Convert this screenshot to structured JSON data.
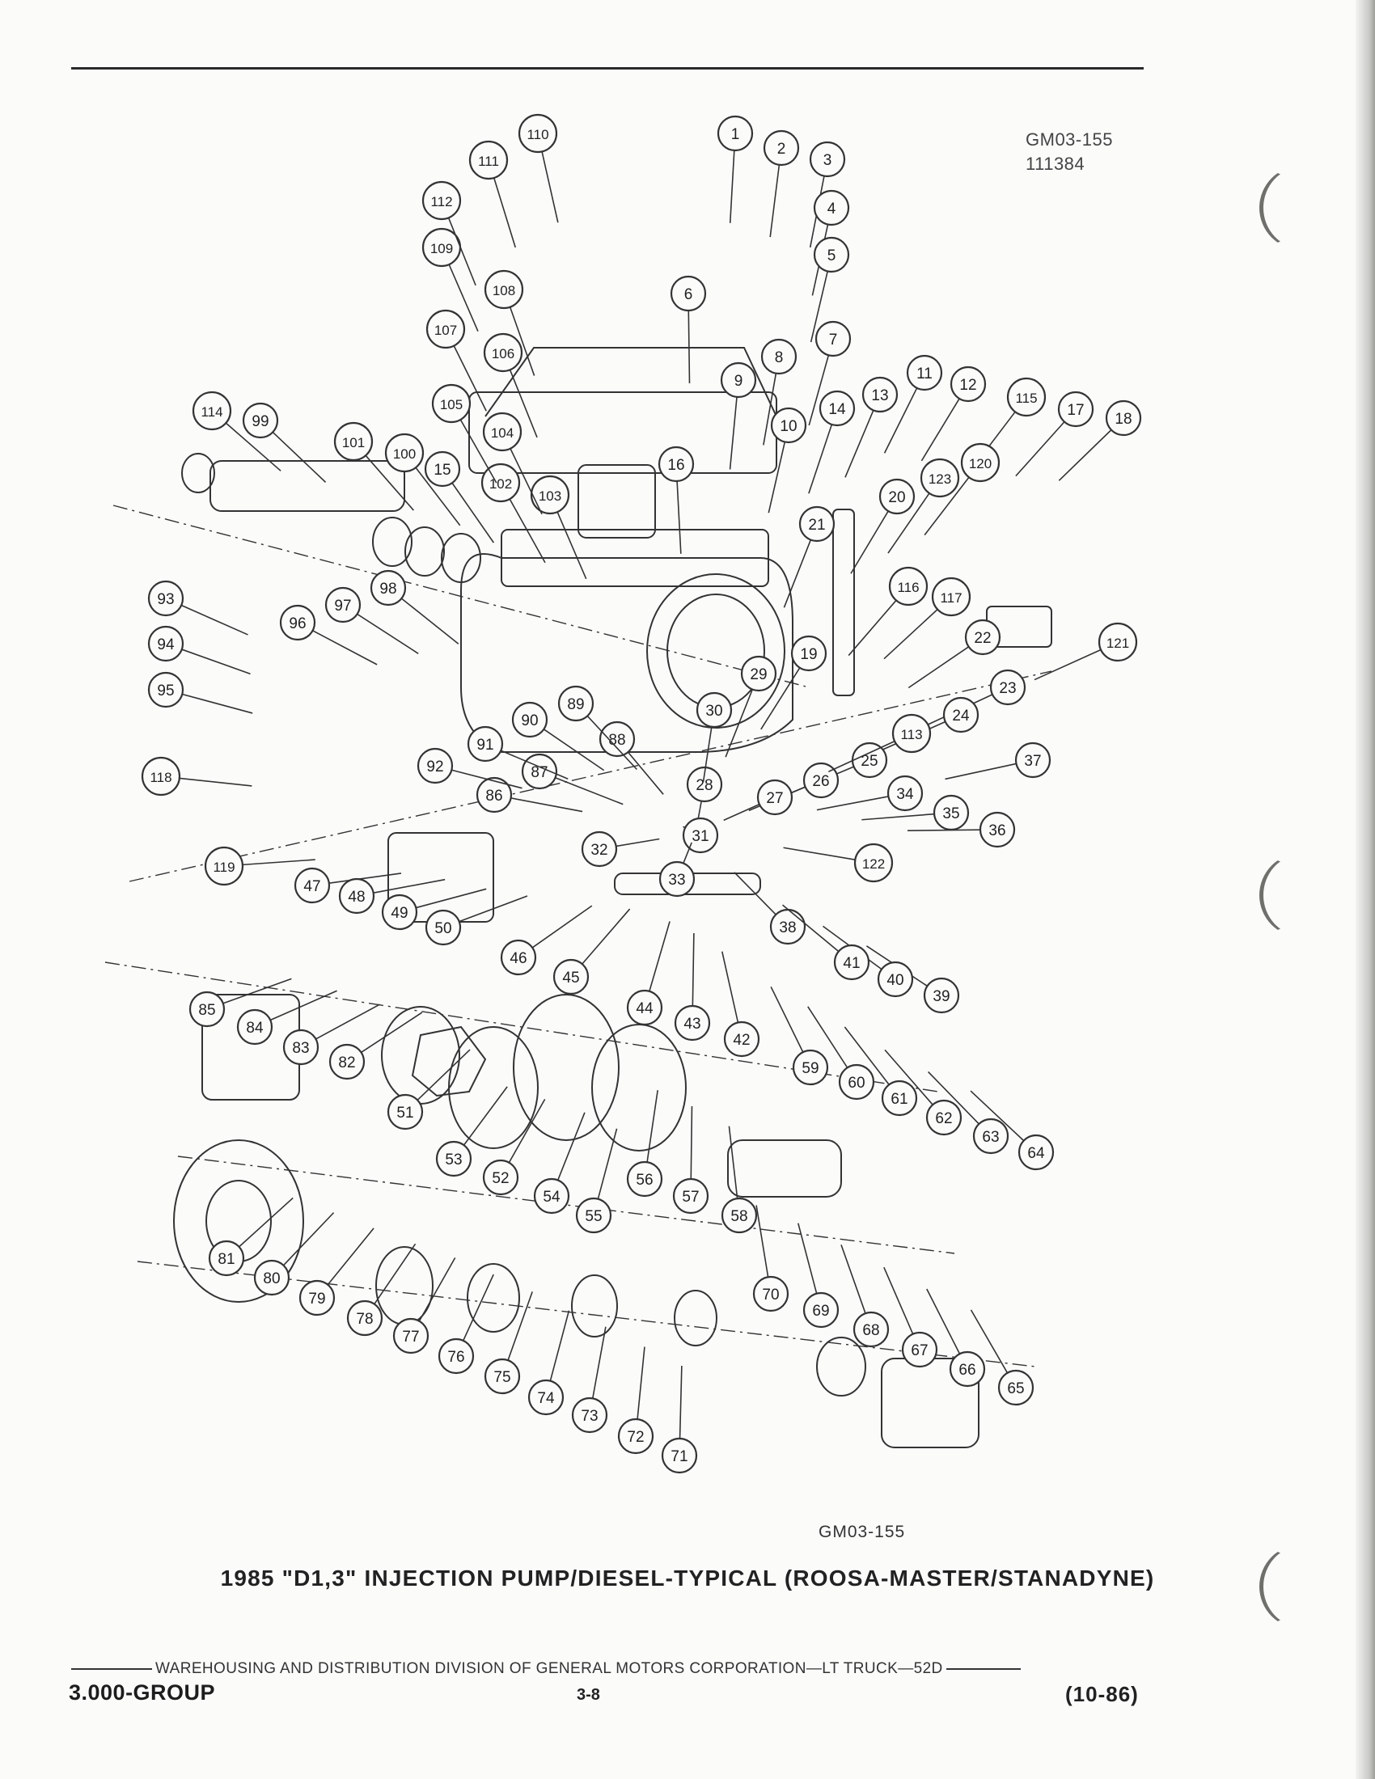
{
  "figure_code_top": [
    "GM03-155",
    "111384"
  ],
  "figure_code_bottom": "GM03-155",
  "caption": "1985 \"D1,3\" INJECTION PUMP/DIESEL-TYPICAL (ROOSA-MASTER/STANADYNE)",
  "footer_text": "WAREHOUSING AND DISTRIBUTION  DIVISION OF GENERAL MOTORS CORPORATION—LT TRUCK—52D",
  "group": "3.000-GROUP",
  "page_number": "3-8",
  "revision_date": "(10-86)",
  "callouts": [
    "1",
    "2",
    "3",
    "4",
    "5",
    "6",
    "7",
    "8",
    "9",
    "10",
    "11",
    "12",
    "13",
    "14",
    "15",
    "16",
    "17",
    "18",
    "19",
    "20",
    "21",
    "22",
    "23",
    "24",
    "25",
    "26",
    "27",
    "28",
    "29",
    "30",
    "31",
    "32",
    "33",
    "34",
    "35",
    "36",
    "37",
    "38",
    "39",
    "40",
    "41",
    "42",
    "43",
    "44",
    "45",
    "46",
    "47",
    "48",
    "49",
    "50",
    "51",
    "52",
    "53",
    "54",
    "55",
    "56",
    "57",
    "58",
    "59",
    "60",
    "61",
    "62",
    "63",
    "64",
    "65",
    "66",
    "67",
    "68",
    "69",
    "70",
    "71",
    "72",
    "73",
    "74",
    "75",
    "76",
    "77",
    "78",
    "79",
    "80",
    "81",
    "82",
    "83",
    "84",
    "85",
    "86",
    "87",
    "88",
    "89",
    "90",
    "91",
    "92",
    "93",
    "94",
    "95",
    "96",
    "97",
    "98",
    "99",
    "100",
    "101",
    "102",
    "103",
    "104",
    "105",
    "106",
    "107",
    "108",
    "109",
    "110",
    "111",
    "112",
    "113",
    "114",
    "115",
    "116",
    "117",
    "118",
    "119",
    "120",
    "121",
    "122",
    "123"
  ]
}
